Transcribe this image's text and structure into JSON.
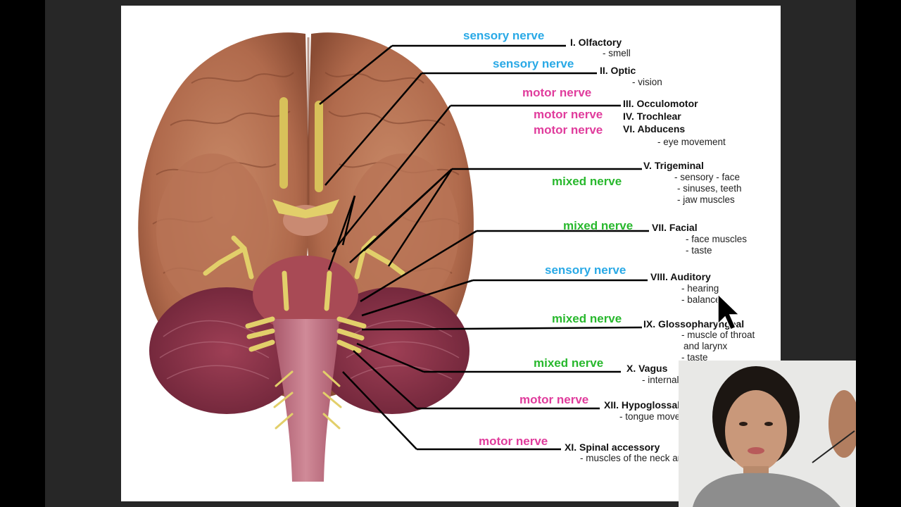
{
  "colors": {
    "sensory": "#29a9e6",
    "motor": "#e03c9c",
    "mixed": "#28b82d"
  },
  "nerves": [
    {
      "type": "sensory nerve",
      "name": "I. Olfactory",
      "desc": [
        "- smell"
      ]
    },
    {
      "type": "sensory nerve",
      "name": "II. Optic",
      "desc": [
        "- vision"
      ]
    },
    {
      "type": "motor nerve",
      "name": "III. Occulomotor",
      "desc": []
    },
    {
      "type": "motor nerve",
      "name": "IV. Trochlear",
      "desc": []
    },
    {
      "type": "motor nerve",
      "name": "VI. Abducens",
      "desc": [
        "- eye movement"
      ]
    },
    {
      "type": "mixed nerve",
      "name": "V. Trigeminal",
      "desc": [
        "- sensory - face",
        "- sinuses, teeth",
        "- jaw muscles"
      ]
    },
    {
      "type": "mixed nerve",
      "name": "VII. Facial",
      "desc": [
        "- face muscles",
        "- taste"
      ]
    },
    {
      "type": "sensory nerve",
      "name": "VIII. Auditory",
      "desc": [
        "- hearing",
        "- balance"
      ]
    },
    {
      "type": "mixed nerve",
      "name": "IX. Glossopharyngeal",
      "desc": [
        "- muscle of throat",
        "and larynx",
        "- taste"
      ]
    },
    {
      "type": "mixed nerve",
      "name": "X. Vagus",
      "desc": [
        "- internal organs"
      ]
    },
    {
      "type": "motor nerve",
      "name": "XII. Hypoglossal",
      "desc": [
        "- tongue movement"
      ]
    },
    {
      "type": "motor nerve",
      "name": "XI. Spinal accessory",
      "desc": [
        "- muscles of the neck and u"
      ]
    }
  ]
}
